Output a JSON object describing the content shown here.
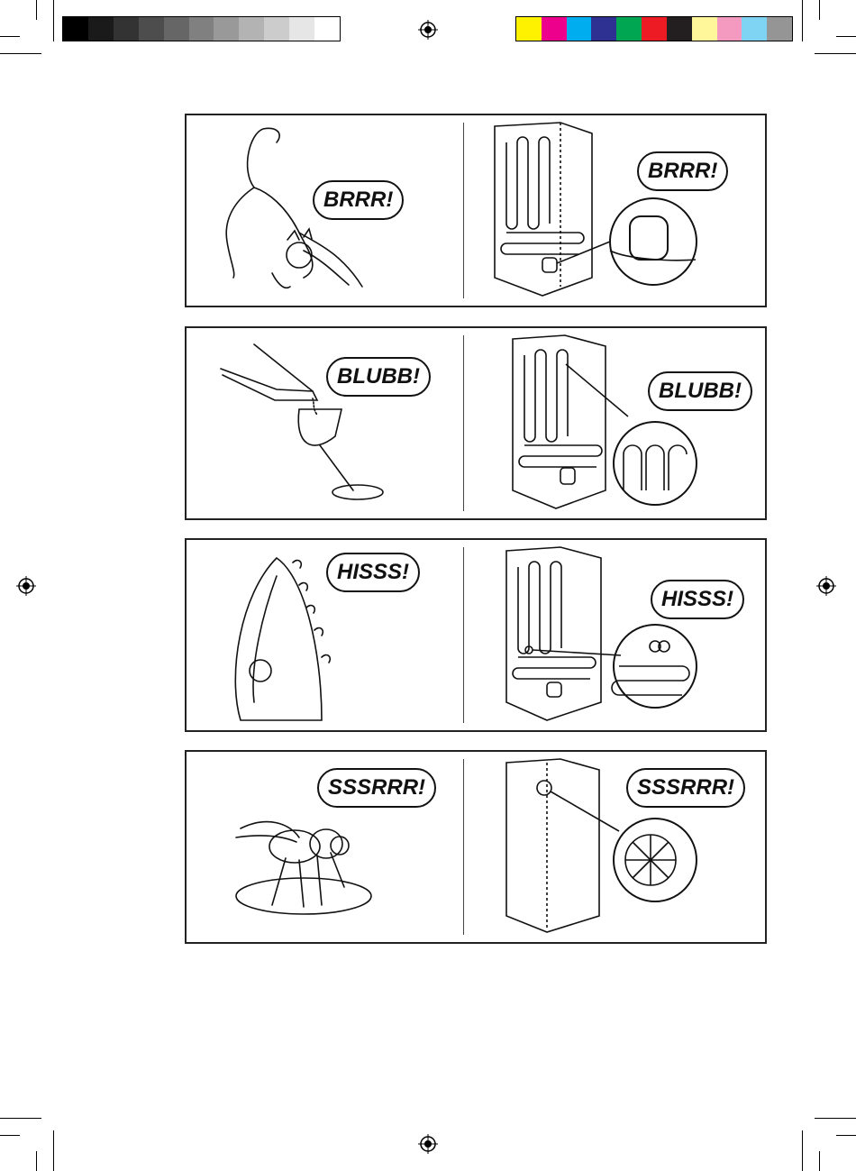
{
  "grayscale_bar": [
    "#000000",
    "#1a1a1a",
    "#333333",
    "#4d4d4d",
    "#666666",
    "#808080",
    "#999999",
    "#b3b3b3",
    "#cccccc",
    "#e6e6e6",
    "#ffffff"
  ],
  "color_bar": [
    "#fff200",
    "#ec008c",
    "#00aeef",
    "#2e3192",
    "#00a651",
    "#ed1c24",
    "#231f20",
    "#fff799",
    "#f49ac1",
    "#7fd4f4",
    "#959595"
  ],
  "panels": [
    {
      "left_sound": "BRRR!",
      "right_sound": "BRRR!",
      "left_icon": "stretching-cat-icon",
      "right_icon": "compressor-icon"
    },
    {
      "left_sound": "BLUBB!",
      "right_sound": "BLUBB!",
      "left_icon": "wine-pour-icon",
      "right_icon": "condenser-coil-icon"
    },
    {
      "left_sound": "HISSS!",
      "right_sound": "HISSS!",
      "left_icon": "steam-iron-icon",
      "right_icon": "expansion-coil-icon"
    },
    {
      "left_sound": "SSSRRR!",
      "right_sound": "SSSRRR!",
      "left_icon": "fly-icon",
      "right_icon": "fan-icon"
    }
  ]
}
